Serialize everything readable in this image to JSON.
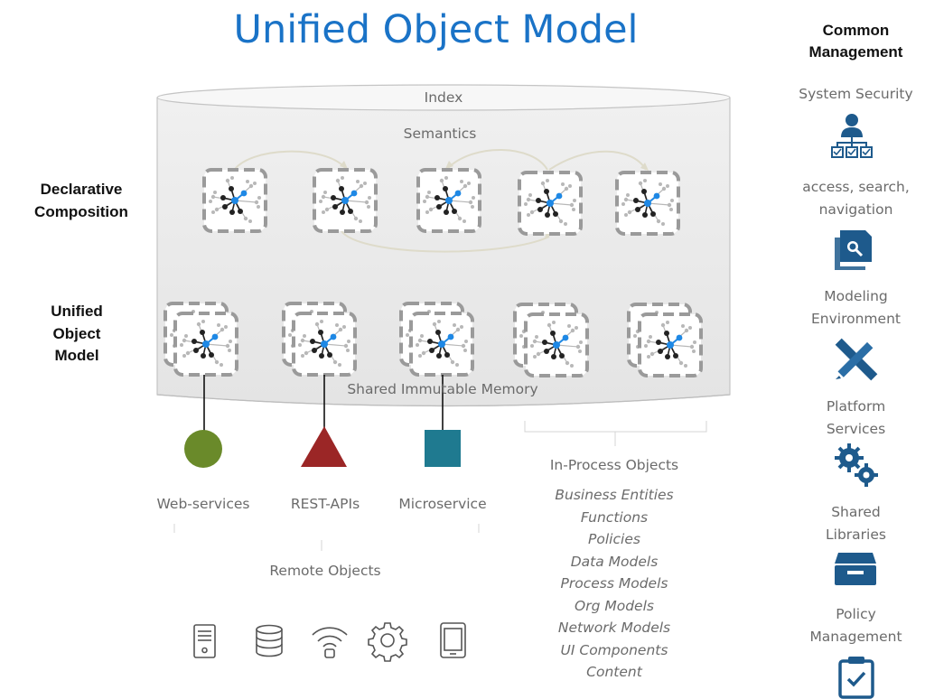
{
  "title": "Unified Object Model",
  "management": {
    "title_line1": "Common",
    "title_line2": "Management",
    "items": [
      {
        "line1": "System Security",
        "line2": "",
        "icon": "user-hierarchy-icon"
      },
      {
        "line1": "access, search,",
        "line2": "navigation",
        "icon": "search-document-icon"
      },
      {
        "line1": "Modeling",
        "line2": "Environment",
        "icon": "ruler-pencil-icon"
      },
      {
        "line1": "Platform",
        "line2": "Services",
        "icon": "gears-icon"
      },
      {
        "line1": "Shared",
        "line2": "Libraries",
        "icon": "file-drawer-icon"
      },
      {
        "line1": "Policy",
        "line2": "Management",
        "icon": "clipboard-check-icon"
      }
    ]
  },
  "left_labels": {
    "declarative_line1": "Declarative",
    "declarative_line2": "Composition",
    "uom_line1": "Unified",
    "uom_line2": "Object",
    "uom_line3": "Model"
  },
  "cylinder": {
    "index_label": "Index",
    "semantics_label": "Semantics",
    "memory_label": "Shared Immutable Memory"
  },
  "remote": {
    "label": "Remote Objects",
    "items": [
      {
        "label": "Web-services",
        "shape": "circle",
        "color": "#6a8a2a"
      },
      {
        "label": "REST-APIs",
        "shape": "triangle",
        "color": "#9b2626"
      },
      {
        "label": "Microservice",
        "shape": "square",
        "color": "#1f7a90"
      }
    ]
  },
  "in_process": {
    "label": "In-Process Objects",
    "items": [
      "Business Entities",
      "Functions",
      "Policies",
      "Data Models",
      "Process Models",
      "Org Models",
      "Network Models",
      "UI Components",
      "Content"
    ]
  },
  "devices": [
    "server-icon",
    "database-icon",
    "wifi-icon",
    "settings-gear-icon",
    "tablet-icon"
  ],
  "colors": {
    "title": "#1a73c7",
    "icon_blue": "#1e5a8c",
    "node_dark": "#222222",
    "node_accent": "#1e88e5",
    "dash_border": "#9a9a9a"
  }
}
